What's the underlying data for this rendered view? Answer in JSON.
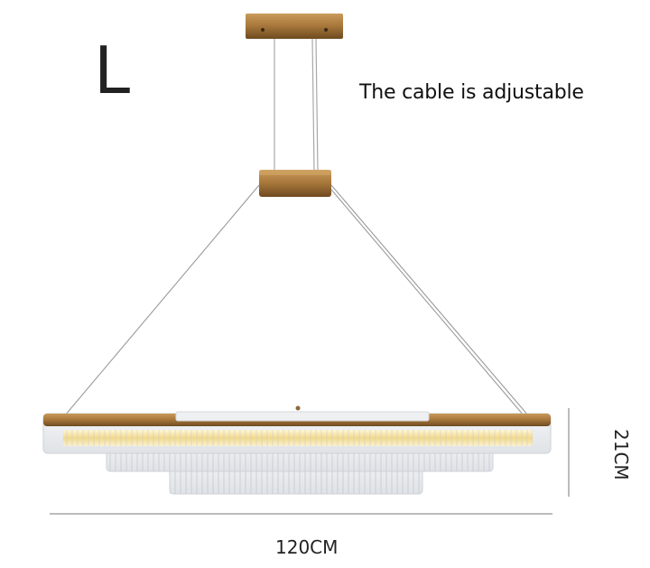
{
  "product": {
    "size_letter": "L",
    "caption": "The cable is adjustable",
    "width_label": "120CM",
    "height_label": "21CM"
  },
  "colors": {
    "brass": "#a6763a",
    "brass_dark": "#7a5426",
    "cable": "#9a9a9a",
    "glass": "#e9ecef",
    "light": "#f3e7b6",
    "dimension_line": "#777777"
  }
}
